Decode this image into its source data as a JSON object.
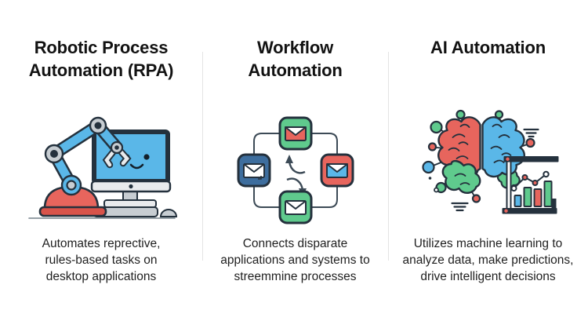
{
  "palette": {
    "background": "#ffffff",
    "ink": "#121212",
    "body": "#1f1f1f",
    "divider": "#e3e3e3",
    "navy": "#24313d",
    "blue": "#5ab7e8",
    "darkblue": "#3e6e9e",
    "red": "#e7655d",
    "darkred": "#d8534a",
    "green": "#5fca8d",
    "gray": "#c7cdd2",
    "lightgray": "#e9ebed",
    "linegray": "#3c4a56"
  },
  "columns": [
    {
      "title": "Robotic Process\nAutomation (RPA)",
      "description": "Automates reprective,\nrules-based tasks on\ndesktop applications",
      "icon": "robot-arm-and-computer-icon"
    },
    {
      "title": "Workflow\nAutomation",
      "description": "Connects disparate\napplications and systems to\nstreemmine processes",
      "icon": "connected-envelopes-cycle-icon"
    },
    {
      "title": "AI Automation",
      "description": "Utilizes machine learning to\nanalyze data, make predictions,\ndrive intelligent decisions",
      "icon": "brain-with-analytics-icon"
    }
  ]
}
